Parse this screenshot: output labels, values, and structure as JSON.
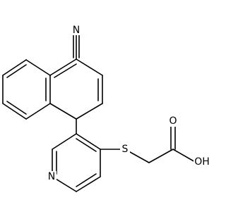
{
  "structure": {
    "atoms": {
      "nitrile_n": "N",
      "sulfur": "S",
      "carbonyl_o": "O",
      "hydroxyl": "OH",
      "pyridine_n": "N"
    },
    "colors": {
      "bond": "#000000",
      "label": "#000000",
      "background": "#ffffff"
    }
  }
}
